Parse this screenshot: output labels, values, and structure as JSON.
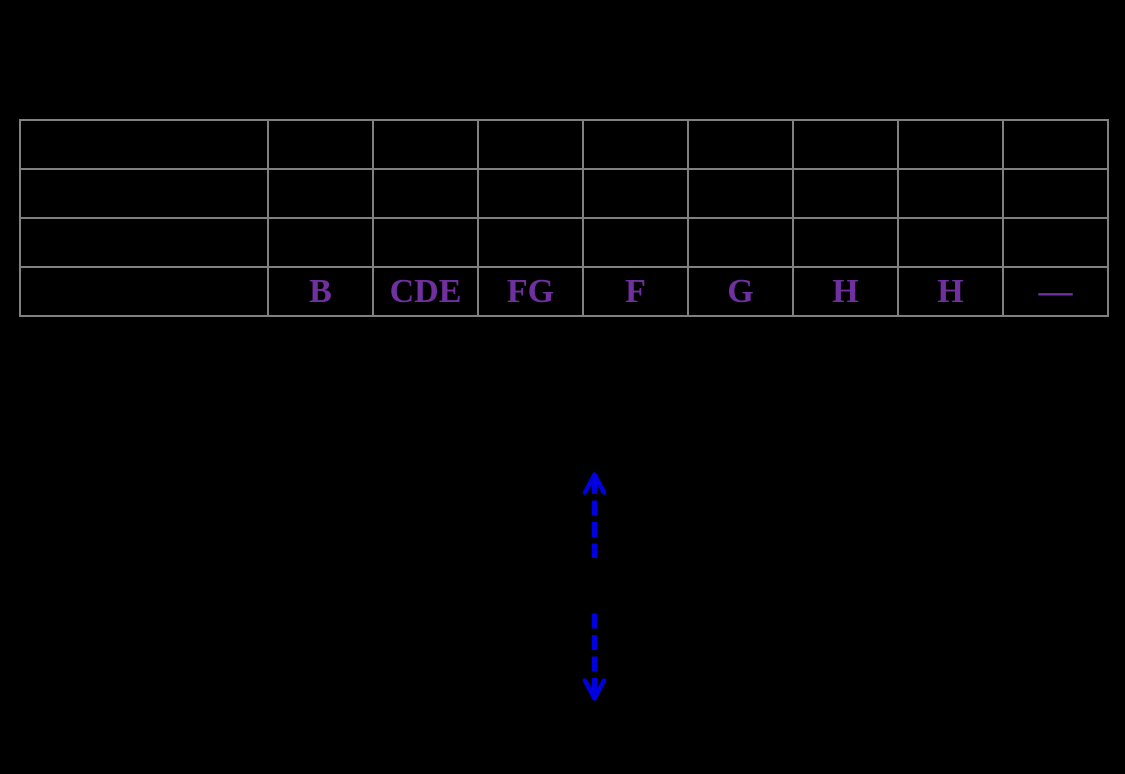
{
  "colors": {
    "background": "#000000",
    "table_border": "#808080",
    "label_text": "#7030A0",
    "arrow_blue": "#0000E0"
  },
  "table": {
    "bottom_row_labels": [
      "B",
      "CDE",
      "FG",
      "F",
      "G",
      "H",
      "H",
      "—"
    ]
  },
  "annotation": {
    "type": "vertical-double-headed-dashed-arrow"
  }
}
